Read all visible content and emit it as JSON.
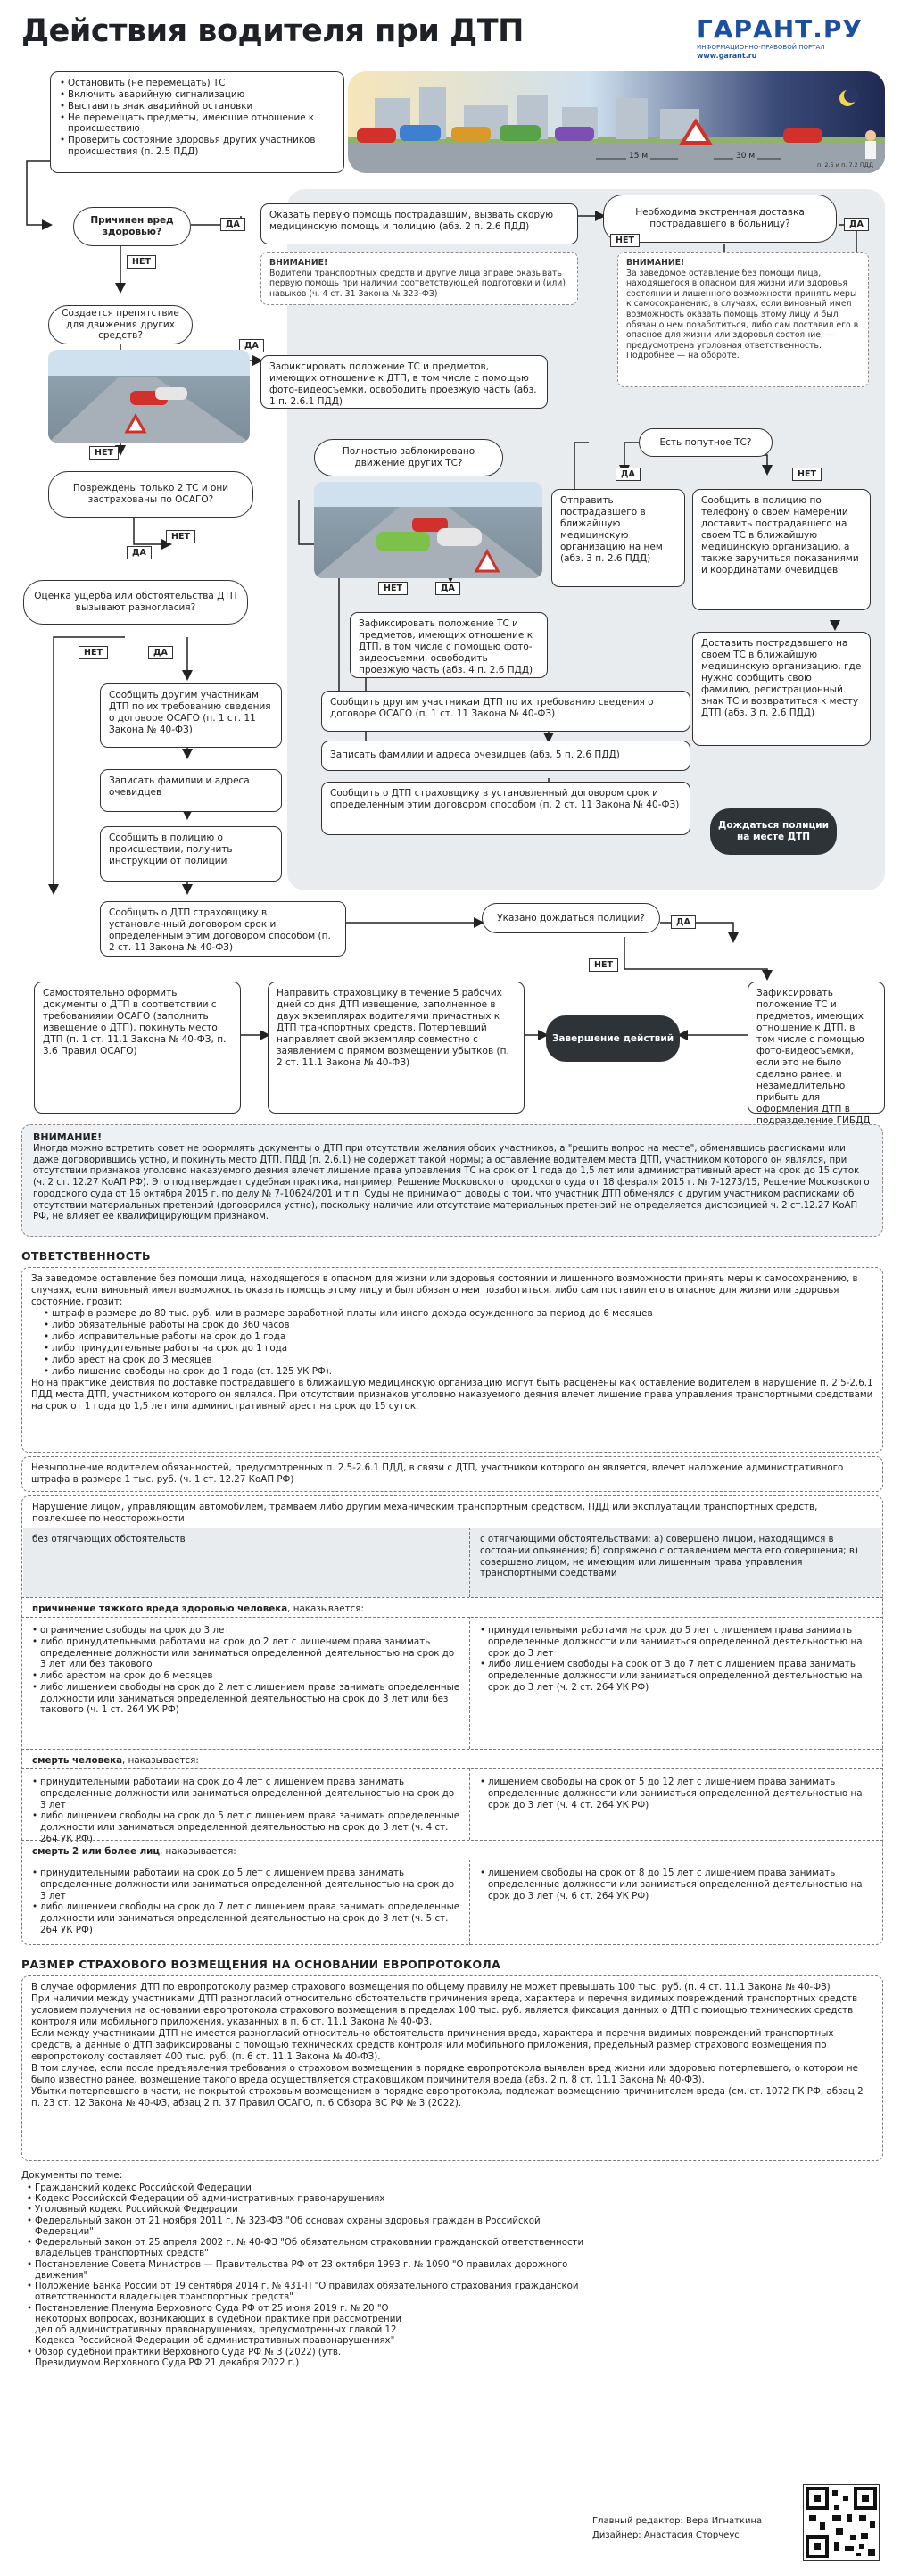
{
  "header": {
    "title": "Действия водителя при ДТП",
    "logo_name": "ГАРАНТ.РУ",
    "logo_sub": "ИНФОРМАЦИОННО-ПРАВОВОЙ ПОРТАЛ",
    "logo_url": "www.garant.ru"
  },
  "scene": {
    "dist1": "15 м",
    "dist2": "30 м",
    "ref": "п. 2.5 и п. 7.2 ПДД"
  },
  "start": {
    "items": [
      "Остановить (не перемещать) ТС",
      "Включить аварийную сигнализацию",
      "Выставить знак аварийной остановки",
      "Не перемещать предметы, имеющие отношение к происшествию",
      "Проверить состояние здоровья других участников происшествия (п. 2.5 ПДД)"
    ]
  },
  "flow": {
    "harm_q": "Причинен вред здоровью?",
    "yes": "ДА",
    "no": "НЕТ",
    "first_aid": "Оказать первую помощь пострадавшим, вызвать скорую медицинскую помощь и полицию (абз. 2 п. 2.6 ПДД)",
    "first_aid_note_title": "ВНИМАНИЕ!",
    "first_aid_note": "Водители транспортных средств и другие лица вправе оказывать первую помощь при наличии соответствующей подготовки и (или) навыков (ч. 4 ст. 31 Закона № 323-ФЗ)",
    "hospital_q": "Необходима экстренная доставка пострадавшего в больницу?",
    "hospital_note_title": "ВНИМАНИЕ!",
    "hospital_note": "За заведомое оставление без помощи лица, находящегося в опасном для жизни или здоровья состоянии и лишенного возможности принять меры к самосохранению, в случаях, если виновный имел возможность оказать помощь этому лицу и был обязан о нем позаботиться, либо сам поставил его в опасное для жизни или здоровья состояние, — предусмотрена уголовная ответственность. Подробнее — на обороте.",
    "obstacle_q": "Создается препятствие для движения других средств?",
    "fix1": "Зафиксировать положение ТС и предметов, имеющих отношение к ДТП, в том числе с помощью фото-видеосъемки, освободить проезжую часть (абз. 1 п. 2.6.1 ПДД)",
    "passing_q": "Есть попутное ТС?",
    "blocked_q": "Полностью заблокировано движение других ТС?",
    "send_victim": "Отправить пострадавшего в ближайшую медицинскую организацию на нем (абз. 3 п. 2.6 ПДД)",
    "inform_police": "Сообщить в полицию по телефону о своем намерении доставить пострадавшего на своем ТС в ближайшую медицинскую организацию, а также заручиться показаниями и координатами очевидцев",
    "deliver_self": "Доставить пострадавшего на своем ТС в ближайшую медицинскую организацию, где нужно сообщить свою фамилию, регистрационный знак ТС и возвратиться к месту ДТП (абз. 3 п. 2.6 ПДД)",
    "two_cars_q": "Повреждены только 2 ТС и они застрахованы по ОСАГО?",
    "fix2": "Зафиксировать положение ТС и предметов, имеющих отношение к ДТП, в том числе с помощью фото-видеосъемки, освободить проезжую часть (абз. 4 п. 2.6 ПДД)",
    "tell_osago_right": "Сообщить другим участникам ДТП по их требованию сведения о договоре ОСАГО (п. 1 ст. 11 Закона № 40-ФЗ)",
    "witnesses_right": "Записать фамилии и адреса очевидцев (абз. 5 п. 2.6 ПДД)",
    "insurer_right": "Сообщить о ДТП страховщику в установленный договором срок и определенным этим договором способом (п. 2 ст. 11 Закона № 40-ФЗ)",
    "wait_police": "Дождаться полиции на месте ДТП",
    "dispute_q": "Оценка ущерба или обстоятельства ДТП вызывают разногласия?",
    "tell_osago_left": "Сообщить другим участникам ДТП по их требованию сведения о договоре ОСАГО (п. 1 ст. 11 Закона № 40-ФЗ)",
    "witnesses_left": "Записать фамилии и адреса очевидцев",
    "inform_police_left": "Сообщить в полицию о происшествии, получить инструкции от полиции",
    "insurer_left": "Сообщить о ДТП страховщику в установленный договором срок и определенным этим договором способом (п. 2 ст. 11 Закона № 40-ФЗ)",
    "told_wait_q": "Указано дождаться полиции?",
    "europrotocol": "Самостоятельно оформить документы о ДТП в соответствии с требованиями ОСАГО (заполнить извещение о ДТП), покинуть место ДТП (п. 1 ст. 11.1 Закона № 40-ФЗ, п. 3.6 Правил ОСАГО)",
    "send_insurer": "Направить страховщику в течение 5 рабочих дней со дня ДТП извещение, заполненное в двух экземплярах водителями причастных к ДТП транспортных средств. Потерпевший направляет свой экземпляр совместно с заявлением о прямом возмещении убытков (п. 2 ст. 11.1 Закона № 40-ФЗ)",
    "finish": "Завершение действий",
    "gibdd": "Зафиксировать положение ТС и предметов, имеющих отношение к ДТП, в том числе с помощью фото-видеосъемки, если это не было сделано ранее, и незамедлительно прибыть для оформления ДТП в подразделение ГИБДД"
  },
  "warning": {
    "title": "ВНИМАНИЕ!",
    "text": "Иногда можно встретить совет не оформлять документы о ДТП при отсутствии желания обоих участников, а \"решить вопрос на месте\", обменявшись расписками или даже договорившись устно, и покинуть место ДТП. ПДД (п. 2.6.1) не содержат такой нормы; а оставление водителем места ДТП, участником которого он являлся, при отсутствии признаков уголовно наказуемого деяния влечет лишение права управления ТС на срок от 1 года до 1,5 лет или административный арест на срок до 15 суток (ч. 2 ст. 12.27 КоАП РФ). Это подтверждает судебная практика, например, Решение Московского городского суда от 18 февраля 2015 г. № 7-1273/15, Решение Московского городского суда от 16 октября 2015 г. по делу № 7-10624/201 и т.п. Суды не принимают доводы о том, что участник ДТП обменялся с другим участником расписками об отсутствии материальных претензий (договорился устно), поскольку наличие или отсутствие материальных претензий не определяется диспозицией ч. 2 ст.12.27 КоАП РФ, не влияет ее квалифицирующим признаком."
  },
  "liability": {
    "title": "ОТВЕТСТВЕННОСТЬ",
    "block1_intro": "За заведомое оставление без помощи лица, находящегося в опасном для жизни или здоровья состоянии и лишенного возможности принять меры к самосохранению, в случаях, если виновный имел возможность оказать помощь этому лицу и был обязан о нем позаботиться, либо сам поставил его в опасное для жизни или здоровья состояние, грозит:",
    "block1_items": [
      "штраф в размере до 80 тыс. руб. или в размере заработной платы или иного дохода осужденного за период до 6 месяцев",
      "либо обязательные работы на срок до 360 часов",
      "либо исправительные работы на срок до 1 года",
      "либо принудительные работы на срок до 1 года",
      "либо арест на срок до 3 месяцев",
      "либо лишение свободы на срок до 1 года (ст. 125 УК РФ)."
    ],
    "block1_outro": "Но на практике действия по доставке пострадавшего в ближайшую медицинскую организацию могут быть расценены как оставление водителем в нарушение п. 2.5-2.6.1 ПДД места ДТП, участником которого он являлся. При отсутствии признаков уголовно наказуемого деяния влечет лишение права управления транспортными средствами на срок от 1 года до 1,5 лет или административный арест на срок до 15 суток.",
    "block2": "Невыполнение водителем обязанностей, предусмотренных п. 2.5-2.6.1 ПДД, в связи с ДТП, участником которого он является, влечет наложение административного штрафа в размере 1 тыс. руб. (ч. 1 ст. 12.27 КоАП РФ)",
    "block3_intro": "Нарушение лицом, управляющим автомобилем, трамваем либо другим механическим транспортным средством, ПДД или эксплуатации транспортных средств, повлекшее по неосторожности:",
    "col_left": "без отягчающих обстоятельств",
    "col_right": "с отягчающими обстоятельствами: а) совершено лицом, находящимся в состоянии опьянения; б) сопряжено с оставлением места его совершения; в) совершено лицом, не имеющим или лишенным права управления транспортными средствами",
    "sections": [
      {
        "heading": "причинение тяжкого вреда здоровью человека",
        "heading_tail": ", наказывается:",
        "left": [
          "ограничение свободы на срок до 3 лет",
          "либо принудительными работами на срок до 2 лет с лишением права занимать определенные должности или заниматься определенной деятельностью на срок до 3 лет или без такового",
          "либо арестом на срок до 6 месяцев",
          "либо лишением свободы на срок до 2 лет с лишением права занимать определенные должности или заниматься определенной деятельностью на срок до 3 лет или без такового (ч. 1 ст. 264 УК РФ)"
        ],
        "right": [
          "принудительными работами на срок до 5 лет с лишением права занимать определенные должности или заниматься определенной деятельностью на срок до 3 лет",
          "либо лишением свободы на срок от 3 до 7 лет с лишением права занимать определенные должности или заниматься определенной деятельностью на срок до 3 лет (ч. 2 ст. 264 УК РФ)"
        ]
      },
      {
        "heading": "смерть человека",
        "heading_tail": ", наказывается:",
        "left": [
          "принудительными работами на срок до 4 лет с лишением права занимать определенные должности или заниматься определенной деятельностью на срок до 3 лет",
          "либо лишением свободы на срок до 5 лет с лишением права занимать определенные должности или заниматься определенной деятельностью на срок до 3 лет (ч. 4 ст. 264 УК РФ)"
        ],
        "right": [
          "лишением свободы на срок от 5 до 12 лет с лишением права занимать определенные должности или заниматься определенной деятельностью на срок до 3 лет (ч. 4 ст. 264 УК РФ)"
        ]
      },
      {
        "heading": "смерть 2 или более лиц",
        "heading_tail": ", наказывается:",
        "left": [
          "принудительными работами на срок до 5 лет с лишением права занимать определенные должности или заниматься определенной деятельностью на срок до 3 лет",
          "либо лишением свободы на срок до 7 лет с лишением права занимать определенные должности или заниматься определенной деятельностью на срок до 3 лет (ч. 5 ст. 264 УК РФ)"
        ],
        "right": [
          "лишением свободы на срок от 8 до 15 лет с лишением права занимать определенные должности или заниматься определенной деятельностью на срок до 3 лет (ч. 6 ст. 264 УК РФ)"
        ]
      }
    ]
  },
  "compensation": {
    "title": "РАЗМЕР СТРАХОВОГО ВОЗМЕЩЕНИЯ НА ОСНОВАНИИ ЕВРОПРОТОКОЛА",
    "paragraphs": [
      "В случае оформления ДТП по европротоколу размер страхового возмещения по общему правилу не может превышать 100 тыс. руб. (п. 4 ст. 11.1 Закона № 40-ФЗ)",
      "При наличии между участниками ДТП разногласий относительно обстоятельств причинения вреда, характера и перечня видимых повреждений транспортных средств условием получения на основании европротокола страхового возмещения в пределах 100 тыс. руб. является фиксация данных о ДТП с помощью технических средств контроля или мобильного приложения, указанных в п. 6 ст. 11.1 Закона № 40-ФЗ.",
      "Если между участниками ДТП не имеется разногласий относительно обстоятельств причинения вреда, характера и перечня видимых повреждений транспортных средств, а данные о ДТП зафиксированы с помощью технических средств контроля или мобильного приложения, предельный размер страхового возмещения по европротоколу составляет 400 тыс. руб. (п. 6 ст. 11.1 Закона № 40-ФЗ).",
      "В том случае, если после предъявления требования о страховом возмещении в порядке европротокола выявлен вред жизни или здоровью потерпевшего, о котором не было известно ранее, возмещение такого вреда осуществляется страховщиком причинителя вреда (абз. 2 п. 8 ст. 11.1 Закона № 40-ФЗ).",
      "Убытки потерпевшего в части, не покрытой страховым возмещением в порядке европротокола, подлежат возмещению причинителем вреда (см. ст. 1072 ГК РФ, абзац 2 п. 23 ст. 12 Закона № 40-ФЗ, абзац 2 п. 37 Правил ОСАГО, п. 6 Обзора ВС РФ № 3 (2022)."
    ]
  },
  "docs": {
    "title": "Документы по теме:",
    "items": [
      "Гражданский кодекс Российской Федерации",
      "Кодекс Российской Федерации об административных правонарушениях",
      "Уголовный кодекс Российской Федерации",
      "Федеральный закон от 21 ноября 2011 г. № 323-ФЗ \"Об основах охраны здоровья граждан в Российской Федерации\"",
      "Федеральный закон от 25 апреля 2002 г. № 40-ФЗ \"Об обязательном страховании гражданской ответственности владельцев транспортных средств\"",
      "Постановление Совета Министров — Правительства РФ от 23 октября 1993 г. № 1090 \"О правилах дорожного движения\"",
      "Положение Банка России от 19 сентября 2014 г. № 431-П \"О правилах обязательного страхования гражданской ответственности владельцев транспортных средств\"",
      "Постановление Пленума Верховного Суда РФ от 25 июня 2019 г. № 20 \"О некоторых вопросах, возникающих в судебной практике при рассмотрении дел об административных правонарушениях, предусмотренных главой 12 Кодекса Российской Федерации об административных правонарушениях\"",
      "Обзор судебной практики Верховного Суда РФ № 3 (2022) (утв. Президиумом Верховного Суда РФ 21 декабря 2022 г.)"
    ]
  },
  "credits": {
    "editor": "Главный редактор: Вера Игнаткина",
    "designer": "Дизайнер: Анастасия Сторчеус"
  },
  "colors": {
    "dark": "#2e3338",
    "grey_bg": "#e9ecee",
    "brand": "#1b4fa0"
  }
}
